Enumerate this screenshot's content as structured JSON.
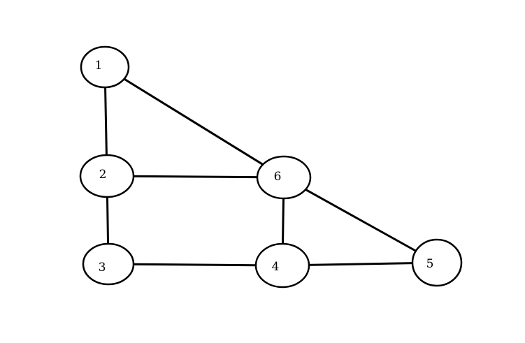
{
  "diagram": {
    "type": "undirected-graph",
    "colors": {
      "background": "#ffffff",
      "stroke": "#000000",
      "text": "#000000"
    },
    "nodes": [
      {
        "id": "1",
        "label": "1"
      },
      {
        "id": "2",
        "label": "2"
      },
      {
        "id": "3",
        "label": "3"
      },
      {
        "id": "4",
        "label": "4"
      },
      {
        "id": "5",
        "label": "5"
      },
      {
        "id": "6",
        "label": "6"
      }
    ],
    "edges": [
      {
        "from": "1",
        "to": "2"
      },
      {
        "from": "1",
        "to": "6"
      },
      {
        "from": "2",
        "to": "6"
      },
      {
        "from": "2",
        "to": "3"
      },
      {
        "from": "3",
        "to": "4"
      },
      {
        "from": "6",
        "to": "4"
      },
      {
        "from": "6",
        "to": "5"
      },
      {
        "from": "4",
        "to": "5"
      }
    ]
  }
}
